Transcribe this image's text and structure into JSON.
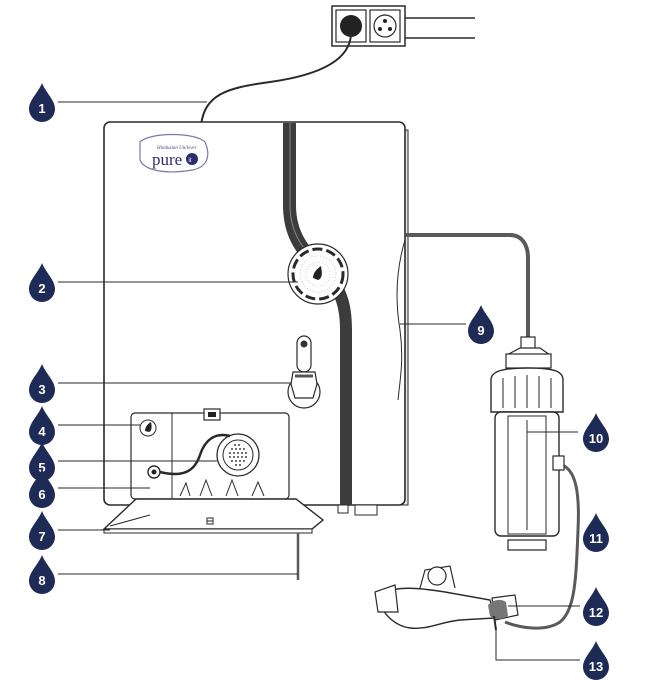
{
  "logo": {
    "small_text": "Hindustan Unilever",
    "main_text": "pure",
    "suffix": "it"
  },
  "callouts": [
    {
      "id": 1,
      "label": "1"
    },
    {
      "id": 2,
      "label": "2"
    },
    {
      "id": 3,
      "label": "3"
    },
    {
      "id": 4,
      "label": "4"
    },
    {
      "id": 5,
      "label": "5"
    },
    {
      "id": 6,
      "label": "6"
    },
    {
      "id": 7,
      "label": "7"
    },
    {
      "id": 8,
      "label": "8"
    },
    {
      "id": 9,
      "label": "9"
    },
    {
      "id": 10,
      "label": "10"
    },
    {
      "id": 11,
      "label": "11"
    },
    {
      "id": 12,
      "label": "12"
    },
    {
      "id": 13,
      "label": "13"
    }
  ],
  "colors": {
    "callout_fill": "#1f2b57",
    "line": "#2a2a2a",
    "hose": "#5a5a5a",
    "stripe": "#3c3c3c"
  }
}
